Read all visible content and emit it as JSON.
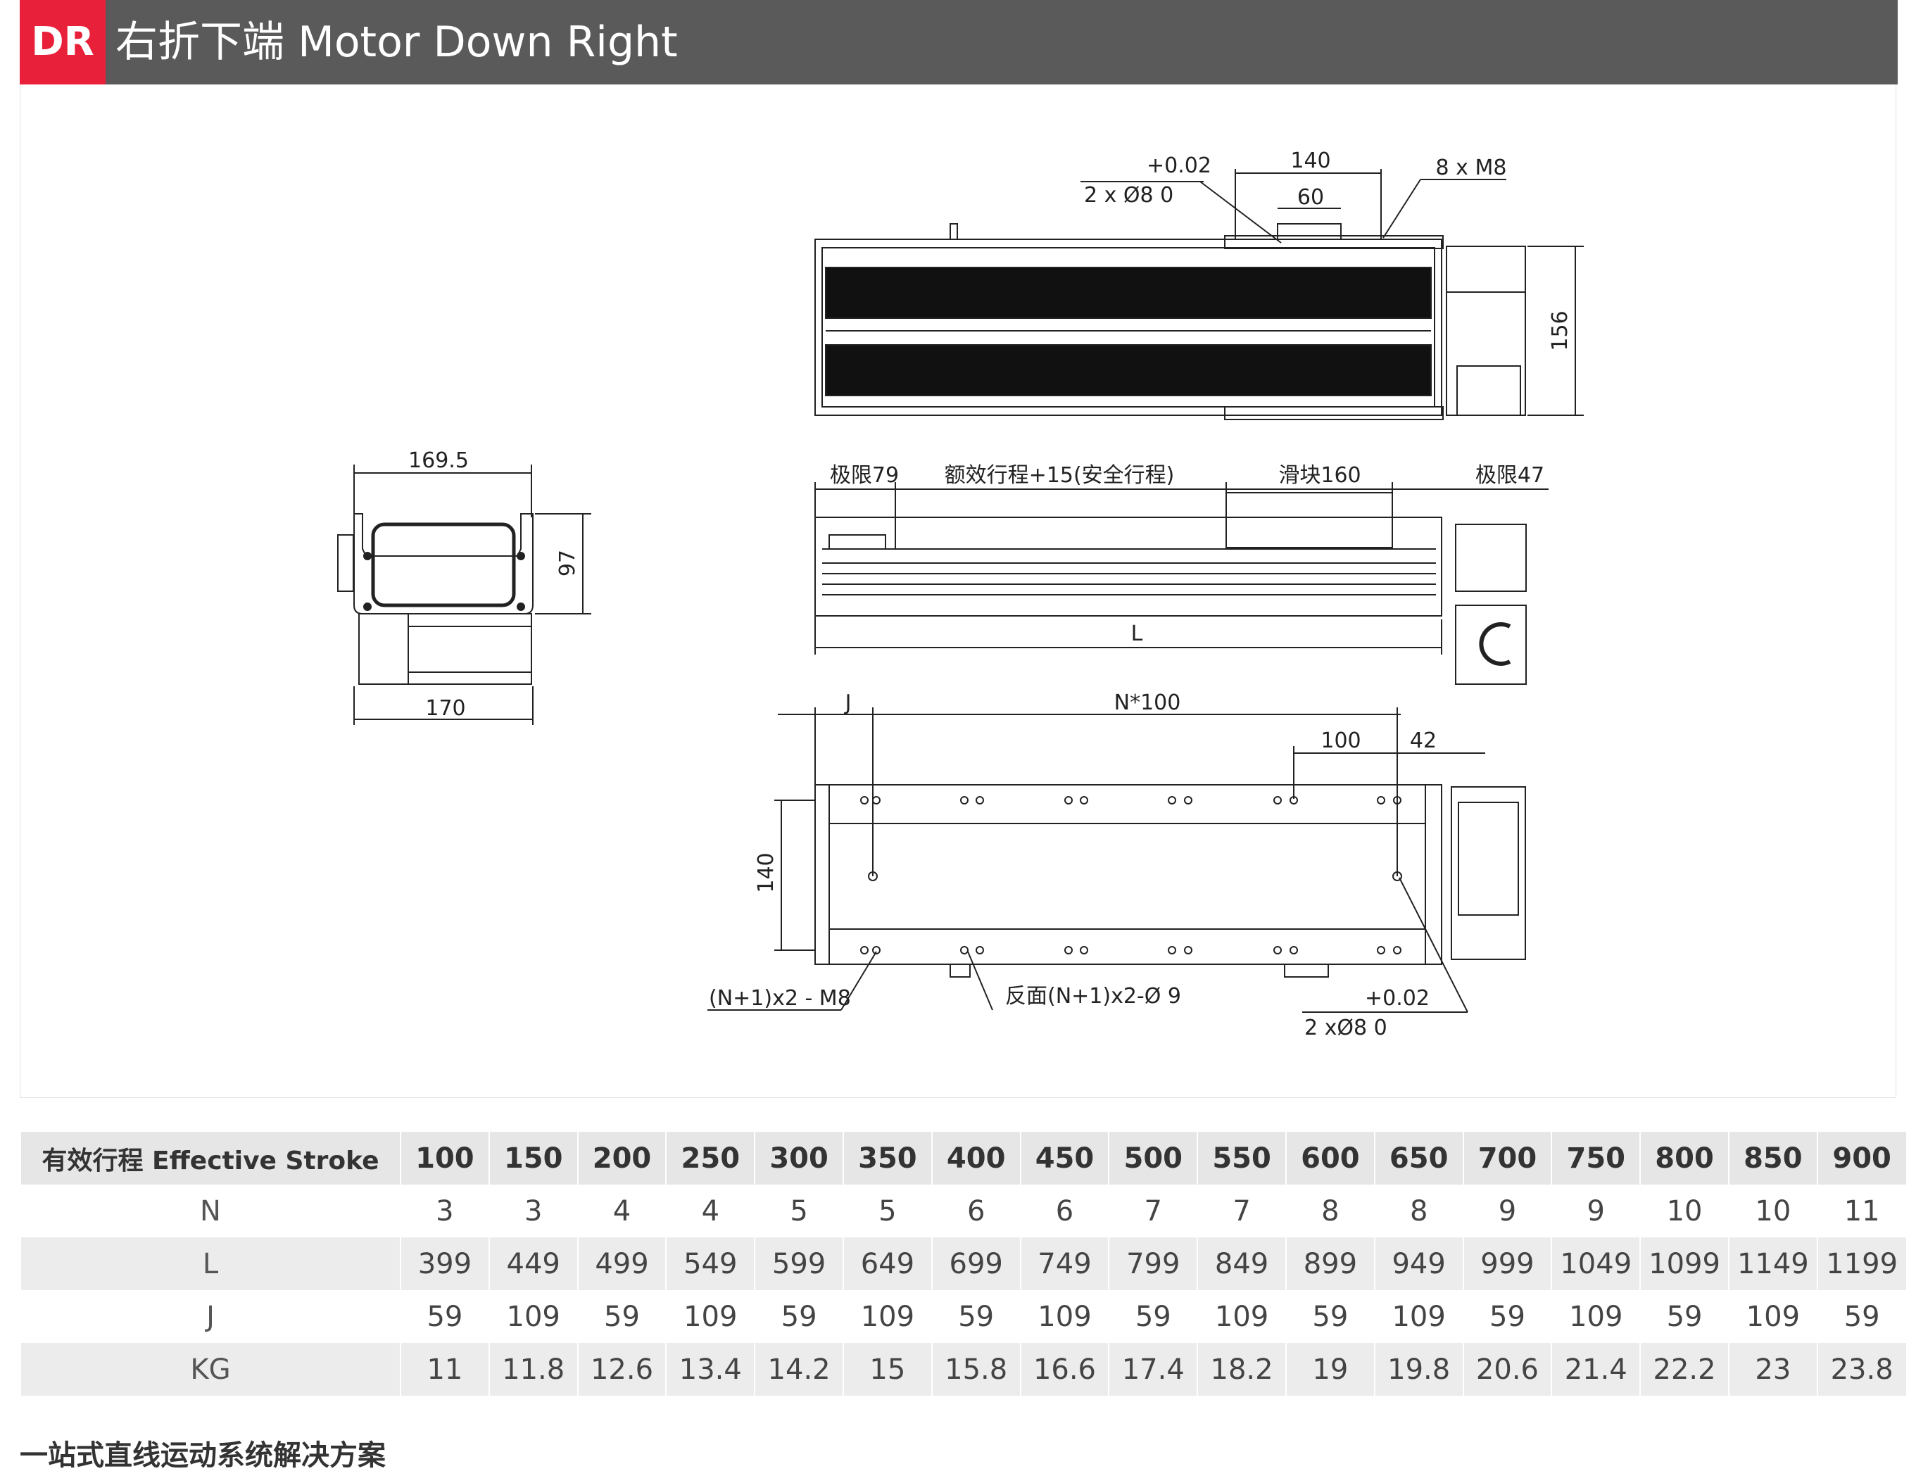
{
  "header": {
    "badge": "DR",
    "title": "右折下端 Motor Down Right"
  },
  "drawing": {
    "side_view": {
      "width_top": "169.5",
      "height": "97",
      "width_bottom": "170"
    },
    "top_view": {
      "tol_hole": "+0.02",
      "pin_hole": "2 x Ø8   0",
      "dim_140": "140",
      "dim_60": "60",
      "screw": "8 x M8",
      "dim_156": "156"
    },
    "front_view": {
      "limit_left": "极限79",
      "stroke": "额效行程+15(安全行程)",
      "slider": "滑块160",
      "limit_right": "极限47",
      "length": "L"
    },
    "bottom_view": {
      "j": "J",
      "n100": "N*100",
      "dim_100": "100",
      "dim_42": "42",
      "dim_140": "140",
      "screw_holes": "(N+1)x2 - M8",
      "back_holes": "反面(N+1)x2-Ø 9",
      "tol": "+0.02",
      "pin": "2 xØ8   0"
    }
  },
  "table": {
    "header_label": "有效行程 Effective Stroke",
    "columns": [
      "100",
      "150",
      "200",
      "250",
      "300",
      "350",
      "400",
      "450",
      "500",
      "550",
      "600",
      "650",
      "700",
      "750",
      "800",
      "850",
      "900"
    ],
    "rows": [
      {
        "label": "N",
        "values": [
          "3",
          "3",
          "4",
          "4",
          "5",
          "5",
          "6",
          "6",
          "7",
          "7",
          "8",
          "8",
          "9",
          "9",
          "10",
          "10",
          "11"
        ]
      },
      {
        "label": "L",
        "values": [
          "399",
          "449",
          "499",
          "549",
          "599",
          "649",
          "699",
          "749",
          "799",
          "849",
          "899",
          "949",
          "999",
          "1049",
          "1099",
          "1149",
          "1199"
        ]
      },
      {
        "label": "J",
        "values": [
          "59",
          "109",
          "59",
          "109",
          "59",
          "109",
          "59",
          "109",
          "59",
          "109",
          "59",
          "109",
          "59",
          "109",
          "59",
          "109",
          "59"
        ]
      },
      {
        "label": "KG",
        "values": [
          "11",
          "11.8",
          "12.6",
          "13.4",
          "14.2",
          "15",
          "15.8",
          "16.6",
          "17.4",
          "18.2",
          "19",
          "19.8",
          "20.6",
          "21.4",
          "22.2",
          "23",
          "23.8"
        ]
      }
    ]
  },
  "footer": {
    "text": "一站式直线运动系统解决方案"
  }
}
